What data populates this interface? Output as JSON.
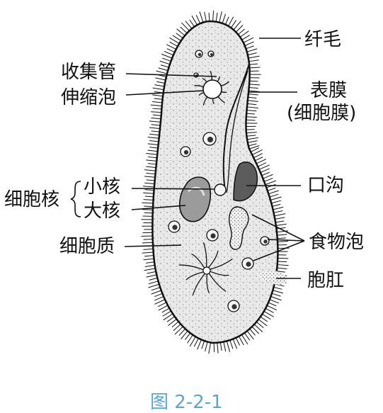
{
  "labels": {
    "cilia": "纤毛",
    "collecting_canal": "收集管",
    "contractile_vacuole": "伸缩泡",
    "membrane": "表膜",
    "membrane_alt": "(细胞膜)",
    "nucleus_group": "细胞核",
    "micronucleus": "小核",
    "macronucleus": "大核",
    "oral_groove": "口沟",
    "food_vacuole": "食物泡",
    "cytoplasm": "细胞质",
    "anal_pore": "胞肛"
  },
  "caption": "图 2-2-1",
  "colors": {
    "cell_fill": "#e9e9e9",
    "outline": "#111111",
    "caption": "#5aa7d6"
  }
}
